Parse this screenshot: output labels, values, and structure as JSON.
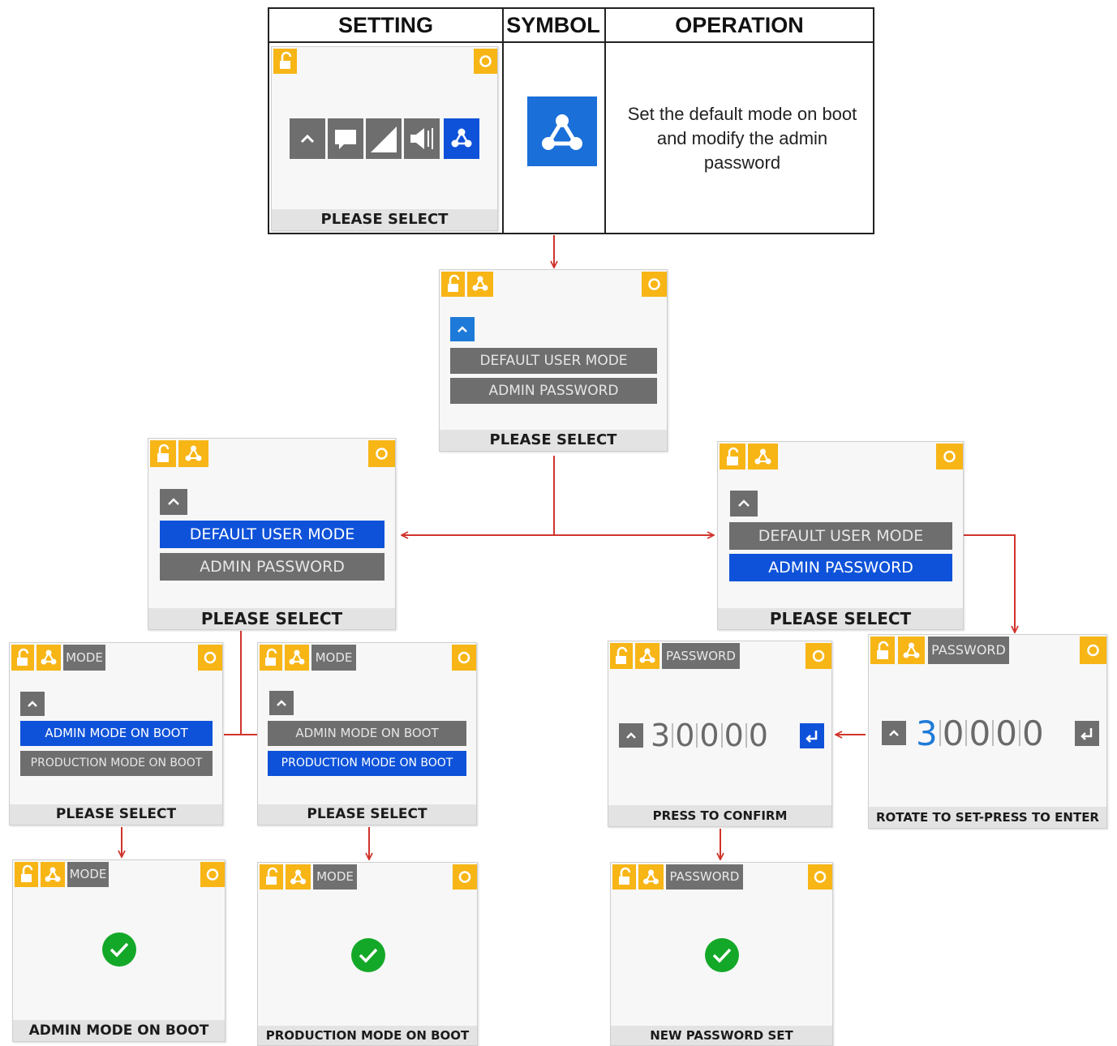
{
  "table": {
    "headers": [
      "SETTING",
      "SYMBOL",
      "OPERATION"
    ],
    "operation_text": [
      "Set the default mode on boot",
      "and modify the admin",
      "password"
    ]
  },
  "screens": {
    "setting_preview": {
      "footer": "PLEASE SELECT"
    },
    "main_menu": {
      "items": [
        "DEFAULT USER MODE",
        "ADMIN PASSWORD"
      ],
      "footer": "PLEASE SELECT"
    },
    "menu_default_selected": {
      "items": [
        "DEFAULT USER MODE",
        "ADMIN PASSWORD"
      ],
      "footer": "PLEASE SELECT"
    },
    "menu_password_selected": {
      "items": [
        "DEFAULT USER MODE",
        "ADMIN PASSWORD"
      ],
      "footer": "PLEASE SELECT"
    },
    "mode_admin": {
      "tag": "MODE",
      "items": [
        "ADMIN MODE ON BOOT",
        "PRODUCTION MODE ON BOOT"
      ],
      "footer": "PLEASE SELECT"
    },
    "mode_production": {
      "tag": "MODE",
      "items": [
        "ADMIN MODE ON BOOT",
        "PRODUCTION MODE ON BOOT"
      ],
      "footer": "PLEASE SELECT"
    },
    "pw_confirm": {
      "tag": "PASSWORD",
      "digits": [
        "3",
        "0",
        "0",
        "0",
        "0"
      ],
      "footer": "PRESS TO CONFIRM"
    },
    "pw_enter": {
      "tag": "PASSWORD",
      "digits": [
        "3",
        "0",
        "0",
        "0",
        "0"
      ],
      "footer": "ROTATE TO SET-PRESS TO ENTER"
    },
    "admin_done": {
      "tag": "MODE",
      "footer": "ADMIN MODE ON BOOT"
    },
    "production_done": {
      "tag": "MODE",
      "footer": "PRODUCTION MODE ON BOOT"
    },
    "password_done": {
      "tag": "PASSWORD",
      "footer": "NEW PASSWORD SET"
    }
  },
  "colors": {
    "accent_yellow": "#f7b516",
    "selected_blue": "#0e52d9",
    "item_gray": "#6e6e6e",
    "arrow_red": "#d0342c",
    "check_green": "#14a828"
  },
  "icons": [
    "unlock-icon",
    "network-icon",
    "gear-icon",
    "chevron-up-icon",
    "speech-bubble-icon",
    "contrast-icon",
    "speaker-icon",
    "enter-icon",
    "checkmark-icon"
  ]
}
